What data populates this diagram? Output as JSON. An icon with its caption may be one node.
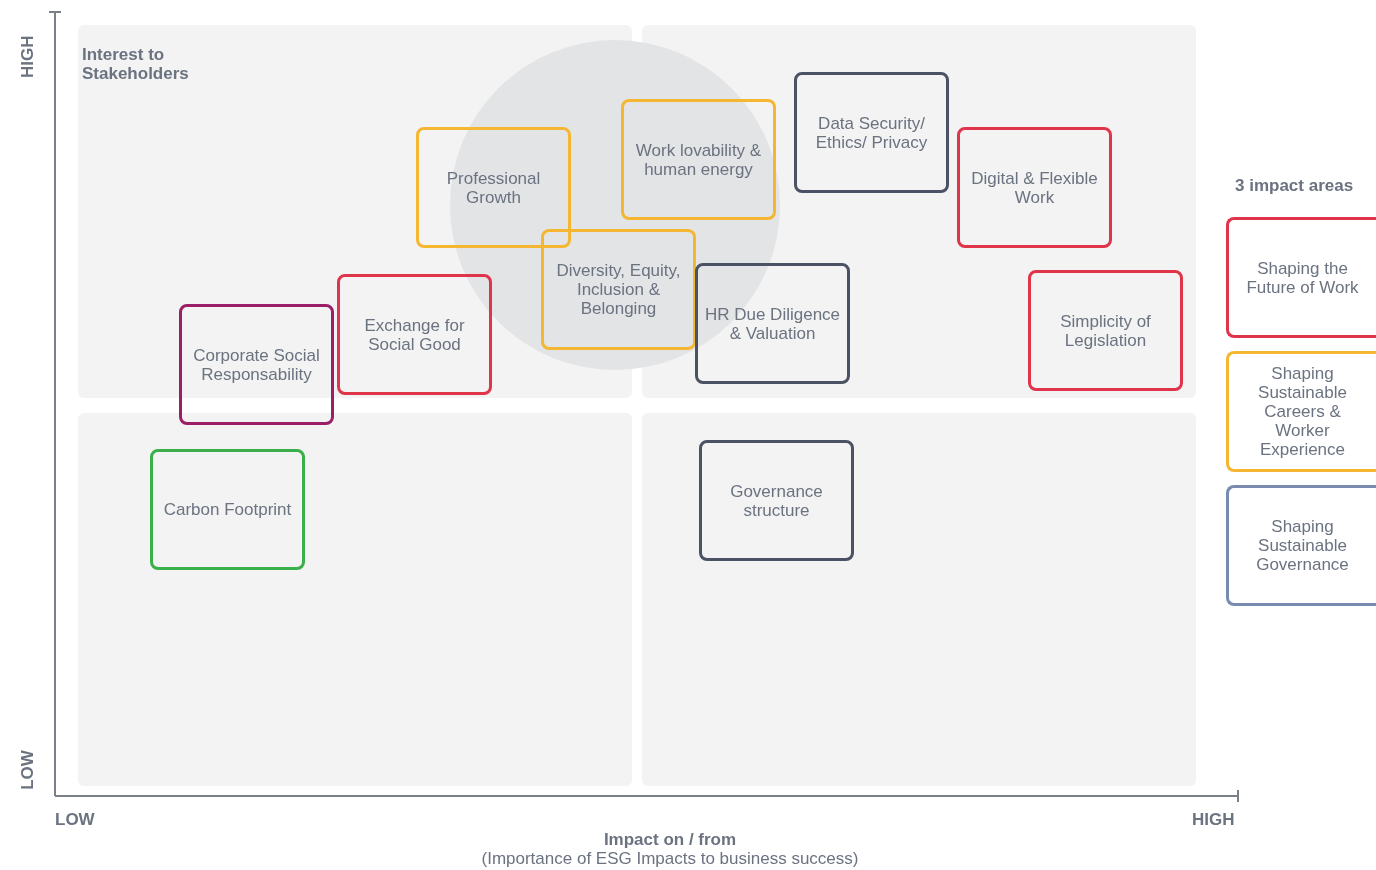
{
  "diagram": {
    "nodes": [
      {
        "text": [
          "Data Security/ Ethics/ Privacy"
        ]
      },
      {
        "text": [
          "Work lovability & human energy"
        ]
      },
      {
        "text": [
          "Professional Growth"
        ]
      },
      {
        "text": [
          "Digital & Flexible Work"
        ]
      },
      {
        "text": [
          "Diversity, Equity, Inclusion & Belonging"
        ]
      },
      {
        "text": [
          "HR Due Diligence & Valuation"
        ]
      },
      {
        "text": [
          "Simplicity of Legislation"
        ]
      },
      {
        "text": [
          "Exchange for Social Good"
        ]
      },
      {
        "text": [
          "Corporate Social Responsability"
        ]
      },
      {
        "text": [
          "Governance structure"
        ]
      },
      {
        "text": [
          "Carbon Footprint"
        ]
      }
    ],
    "edges": [],
    "labels": [
      "HIGH",
      "Interest to Stakeholders",
      "3 impact areas",
      "LOW",
      "LOW",
      "HIGH",
      "Impact on / from",
      "(Importance of ESG Impacts to business success)"
    ],
    "legend": [
      {
        "text": "Shaping the Future of Work",
        "color": "#e0344a"
      },
      {
        "text": "Shaping Sustainable Careers & Worker Experience",
        "color": "#f5b731"
      },
      {
        "text": "Shaping Sustainable Governance",
        "color": "#7a8bb0"
      }
    ]
  }
}
